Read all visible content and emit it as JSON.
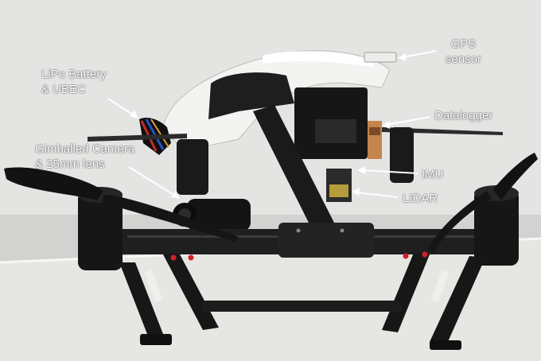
{
  "annotations": {
    "gps": {
      "line1": "GPS",
      "line2": "sensor"
    },
    "battery": {
      "line1": "LiPo Battery",
      "line2": "& UBEC"
    },
    "datalogger": {
      "label": "Datalogger"
    },
    "camera": {
      "line1": "Gimballed Camera",
      "line2": "& 25mm lens"
    },
    "imu": {
      "label": "IMU"
    },
    "lidar": {
      "label": "LIDAR"
    }
  },
  "colors": {
    "background": "#dcdcda",
    "drone_body": "#f4f4f2",
    "carbon_frame": "#1c1c1c",
    "label_text": "#ffffff"
  }
}
